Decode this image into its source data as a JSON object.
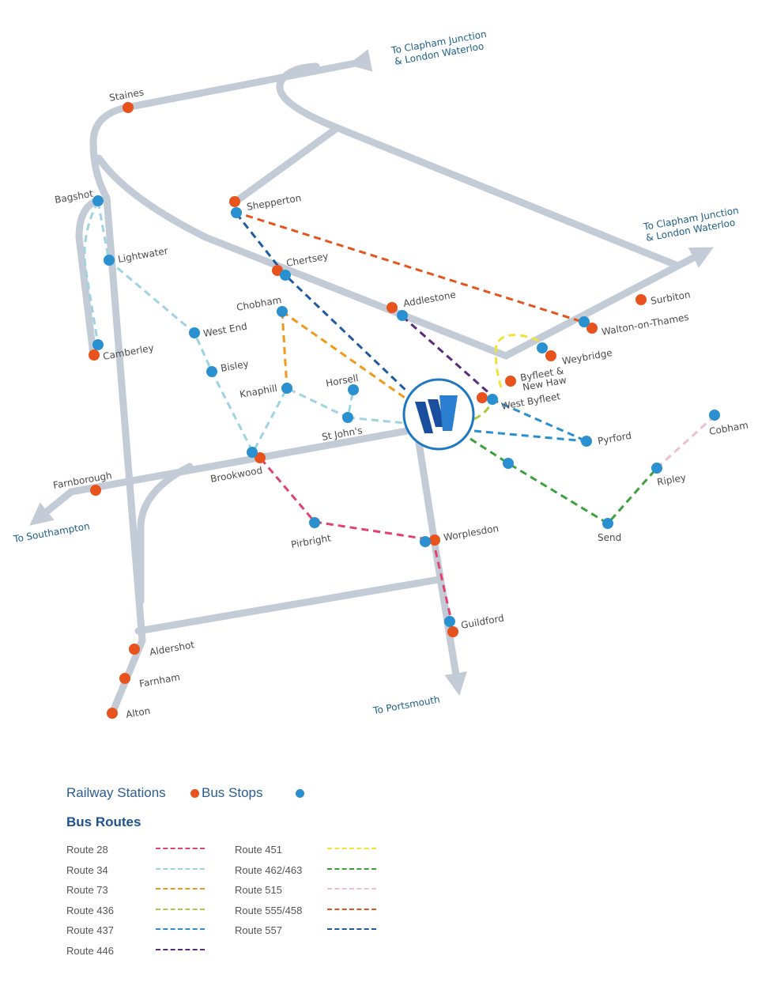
{
  "colors": {
    "rail": "#c3ccd6",
    "railway_station": "#e8521c",
    "bus_stop": "#2a90d0",
    "hub": "#1e78c1",
    "hub_logo": "#1a4fa0"
  },
  "directions": {
    "clapham_top": [
      "To Clapham Junction",
      "& London Waterloo"
    ],
    "clapham_right": [
      "To Clapham Junction",
      "& London Waterloo"
    ],
    "southampton": "To Southampton",
    "portsmouth": "To Portsmouth"
  },
  "places": {
    "staines": "Staines",
    "bagshot": "Bagshot",
    "lightwater": "Lightwater",
    "shepperton": "Shepperton",
    "chertsey": "Chertsey",
    "addlestone": "Addlestone",
    "chobham": "Chobham",
    "west_end": "West End",
    "camberley": "Camberley",
    "bisley": "Bisley",
    "knaphill": "Knaphill",
    "horsell": "Horsell",
    "st_johns": "St John's",
    "brookwood": "Brookwood",
    "farnborough": "Farnborough",
    "pirbright": "Pirbright",
    "worplesdon": "Worplesdon",
    "guildford": "Guildford",
    "aldershot": "Aldershot",
    "farnham": "Farnham",
    "alton": "Alton",
    "surbiton": "Surbiton",
    "walton": "Walton-on-Thames",
    "weybridge": "Weybridge",
    "byfleet": [
      "Byfleet &",
      "New Haw"
    ],
    "west_byfleet": "West Byfleet",
    "pyrford": "Pyrford",
    "cobham": "Cobham",
    "ripley": "Ripley",
    "send": "Send"
  },
  "legend": {
    "railway_stations": "Railway Stations",
    "bus_stops": "Bus Stops",
    "bus_routes": "Bus Routes"
  },
  "routes": [
    {
      "name": "Route 28",
      "color": "#e0436f"
    },
    {
      "name": "Route 34",
      "color": "#9fd3e0"
    },
    {
      "name": "Route 73",
      "color": "#ef9a1a"
    },
    {
      "name": "Route 436",
      "color": "#a9cc3a"
    },
    {
      "name": "Route 437",
      "color": "#2a8fd0"
    },
    {
      "name": "Route 446",
      "color": "#5b2a7c"
    },
    {
      "name": "Route 451",
      "color": "#f2e23a"
    },
    {
      "name": "Route 462/463",
      "color": "#3aa23a"
    },
    {
      "name": "Route 515",
      "color": "#efc0cb"
    },
    {
      "name": "Route 555/458",
      "color": "#e5541c"
    },
    {
      "name": "Route 557",
      "color": "#1d5a9f"
    }
  ]
}
